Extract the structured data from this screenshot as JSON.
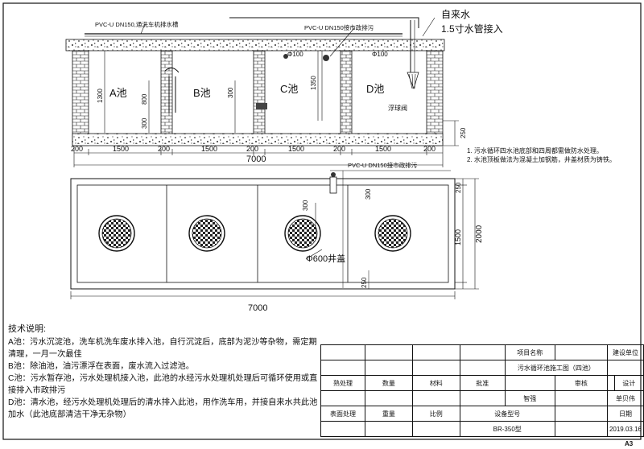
{
  "section": {
    "pipe_labels": {
      "pipe_top": "PVC-U DN150,通洗车机排水槽",
      "pipe_municipal": "PVC-U DN150接市政排污",
      "tap_water": "自来水",
      "tap_connection": "1.5寸水管接入",
      "float_valve": "浮球阀"
    },
    "pools": [
      "A池",
      "B池",
      "C池",
      "D池"
    ],
    "pipe_diameters": [
      "Φ100",
      "Φ100"
    ],
    "vertical_dims": [
      "1300",
      "800",
      "300",
      "300",
      "1350",
      "250"
    ],
    "bottom_dims": [
      "200",
      "1500",
      "200",
      "1500",
      "200",
      "1500",
      "200",
      "1500",
      "200"
    ],
    "total_length": "7000"
  },
  "plan": {
    "pipe_label": "PVC-U DN150接市政排污",
    "dims_right": [
      "250",
      "1500",
      "2000",
      "250"
    ],
    "dims_left": [
      "300",
      "300"
    ],
    "manhole_label": "Φ600井盖",
    "total_length": "7000"
  },
  "side_notes": [
    "1. 污水循环四水池底部和四周都需做防水处理。",
    "2. 水池顶板做法为混凝土加钢筋，井盖材质为铸铁。"
  ],
  "tech_notes": {
    "heading": "技术说明:",
    "lines": [
      "A池：污水沉淀池，洗车机洗车废水排入池，自行沉淀后，底部为泥沙等杂物，需定期清理，一月一次最佳",
      "B池：除油池，油污漂浮在表面，废水流入过滤池。",
      "C池：污水暂存池，污水处理机接入池，此池的水经污水处理机处理后可循环使用或直接排入市政排污",
      "D池：清水池，经污水处理机处理后的清水排入此池，用作洗车用，并接自来水共此池加水（此池底部清洁干净无杂物）"
    ]
  },
  "title_block": {
    "project_name_label": "项目名称",
    "client_label": "建设单位",
    "project_name": "污水循环池施工图（四池）",
    "row_headers": [
      "熟处理",
      "数量",
      "材料",
      "批准",
      "审核",
      "设计"
    ],
    "approver": "智强",
    "designer": "单贝伟",
    "bottom_headers": [
      "表面处理",
      "重量",
      "比例",
      "设备型号",
      "日期"
    ],
    "model": "BR-350型",
    "date": "2019.03.16"
  },
  "page_size": "A3"
}
